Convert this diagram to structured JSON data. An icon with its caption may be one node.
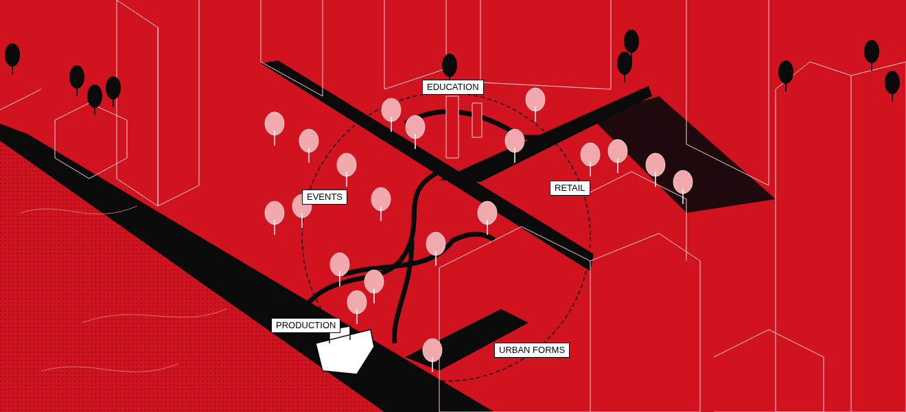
{
  "diagram": {
    "nodes": [
      {
        "text": [
          "EDUCATION"
        ]
      },
      {
        "text": [
          "EVENTS"
        ]
      },
      {
        "text": [
          "RETAIL"
        ]
      },
      {
        "text": [
          "PRODUCTION"
        ]
      },
      {
        "text": [
          "URBAN FORMS"
        ]
      }
    ]
  }
}
